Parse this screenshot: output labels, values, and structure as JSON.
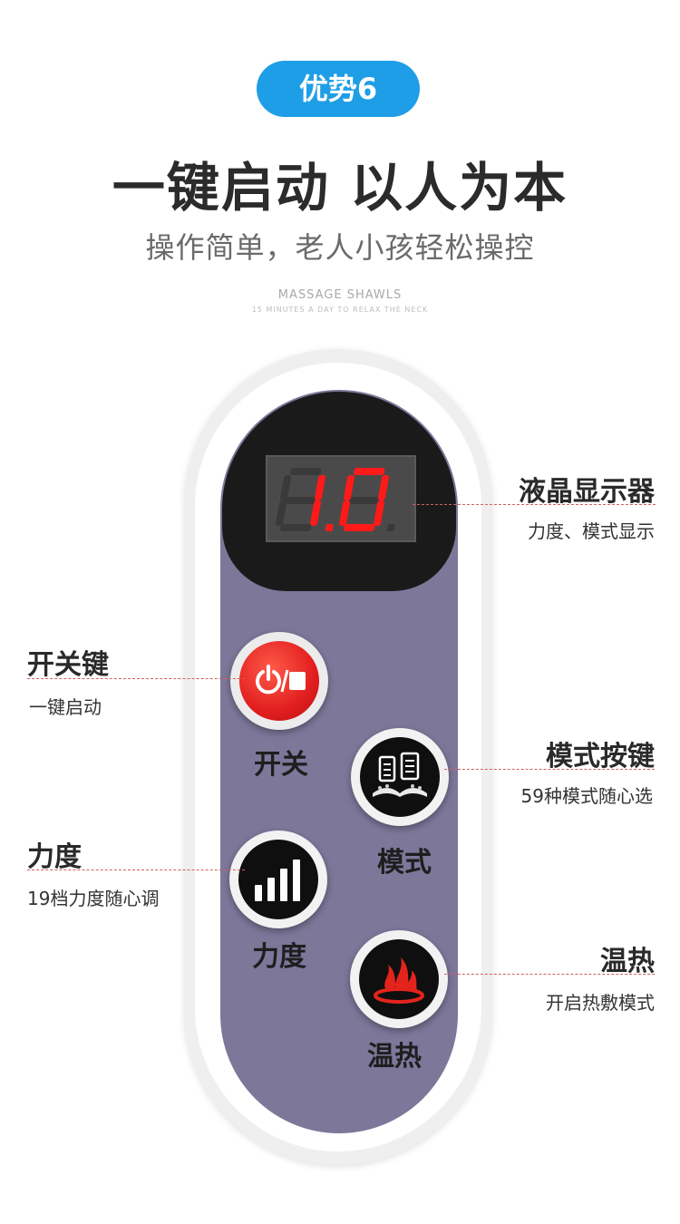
{
  "header": {
    "badge": "优势6",
    "headline": "一键启动 以人为本",
    "subhead": "操作简单，老人小孩轻松操控",
    "brand": "MASSAGE SHAWLS",
    "brand_sub": "15 MINUTES A DAY TO RELAX THE NECK"
  },
  "display": {
    "reading": "1.0",
    "digit_color": "#ff1a1a"
  },
  "buttons": {
    "power": {
      "label": "开关",
      "icon": "power-square-icon"
    },
    "mode": {
      "label": "模式",
      "icon": "massage-mode-icon"
    },
    "intensity": {
      "label": "力度",
      "icon": "signal-bars-icon"
    },
    "heat": {
      "label": "温热",
      "icon": "flame-icon"
    }
  },
  "callouts": {
    "lcd": {
      "title": "液晶显示器",
      "desc": "力度、模式显示"
    },
    "power": {
      "title": "开关键",
      "desc": "一键启动"
    },
    "mode": {
      "title": "模式按键",
      "desc": "59种模式随心选"
    },
    "intensity": {
      "title": "力度",
      "desc": "19档力度随心调"
    },
    "heat": {
      "title": "温热",
      "desc": "开启热敷模式"
    }
  },
  "colors": {
    "accent": "#1e9ee6",
    "remote_face": "#7d779a",
    "power_red": "#e21f1f",
    "dash_line": "#d06060"
  }
}
